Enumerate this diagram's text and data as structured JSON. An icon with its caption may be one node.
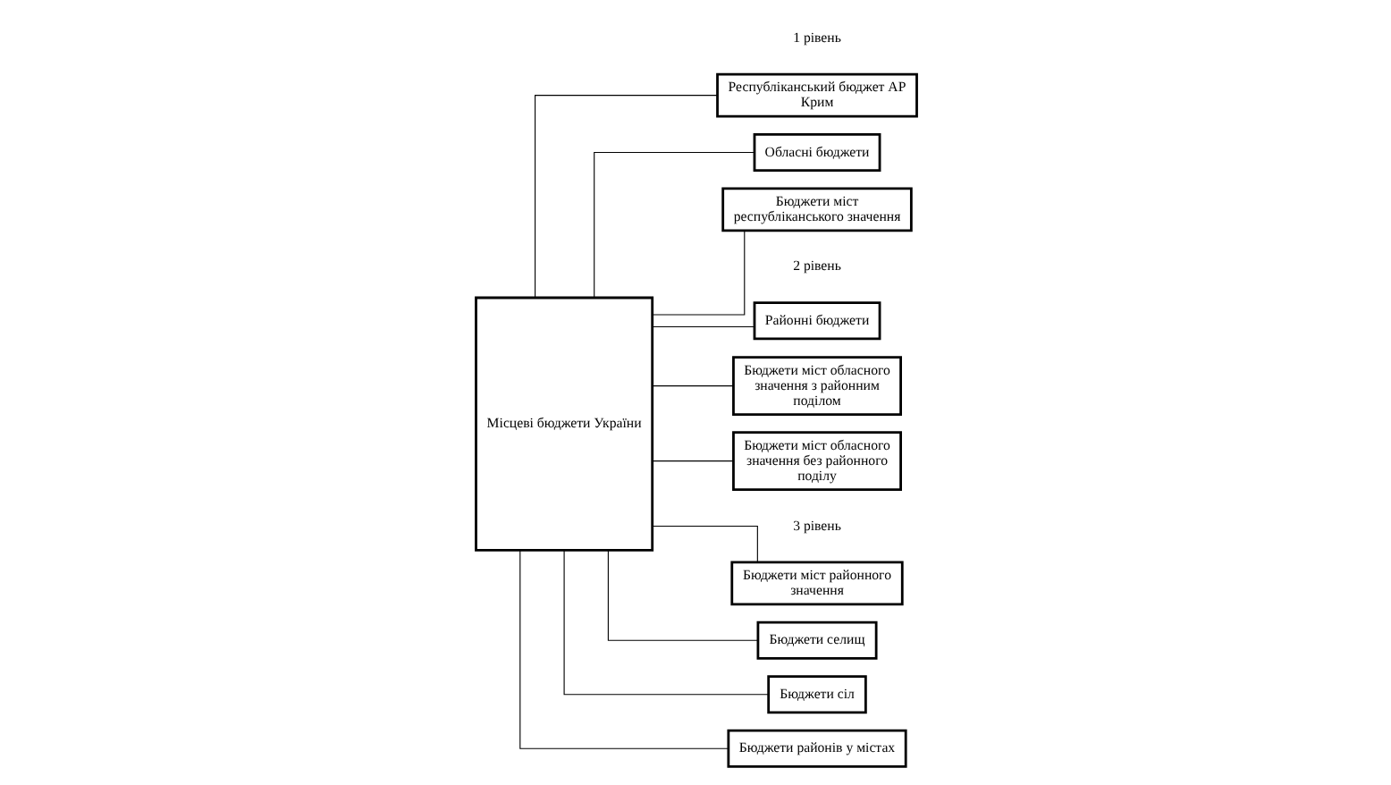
{
  "diagram": {
    "nodes": [
      {
        "text": [
          "Місцеві бюджети України"
        ]
      },
      {
        "text": [
          "Республіканський бюджет АР Крим"
        ]
      },
      {
        "text": [
          "Обласні бюджети"
        ]
      },
      {
        "text": [
          "Бюджети міст республіканського значення"
        ]
      },
      {
        "text": [
          "Районні бюджети"
        ]
      },
      {
        "text": [
          "Бюджети міст обласного значення з районним поділом"
        ]
      },
      {
        "text": [
          "Бюджети міст обласного значення без районного поділу"
        ]
      },
      {
        "text": [
          "Бюджети міст районного значення"
        ]
      },
      {
        "text": [
          "Бюджети селищ"
        ]
      },
      {
        "text": [
          "Бюджети сіл"
        ]
      },
      {
        "text": [
          "Бюджети районів у містах"
        ]
      }
    ],
    "edges": [
      {
        "from": 0,
        "to": 1,
        "arrow": "none"
      },
      {
        "from": 0,
        "to": 2,
        "arrow": "none"
      },
      {
        "from": 0,
        "to": 3,
        "arrow": "none"
      },
      {
        "from": 0,
        "to": 4,
        "arrow": "none"
      },
      {
        "from": 0,
        "to": 5,
        "arrow": "none"
      },
      {
        "from": 0,
        "to": 6,
        "arrow": "none"
      },
      {
        "from": 0,
        "to": 7,
        "arrow": "none"
      },
      {
        "from": 0,
        "to": 8,
        "arrow": "none"
      },
      {
        "from": 0,
        "to": 9,
        "arrow": "none"
      },
      {
        "from": 0,
        "to": 10,
        "arrow": "none"
      }
    ],
    "labels": [
      "1 рівень",
      "2 рівень",
      "3 рівень"
    ]
  }
}
